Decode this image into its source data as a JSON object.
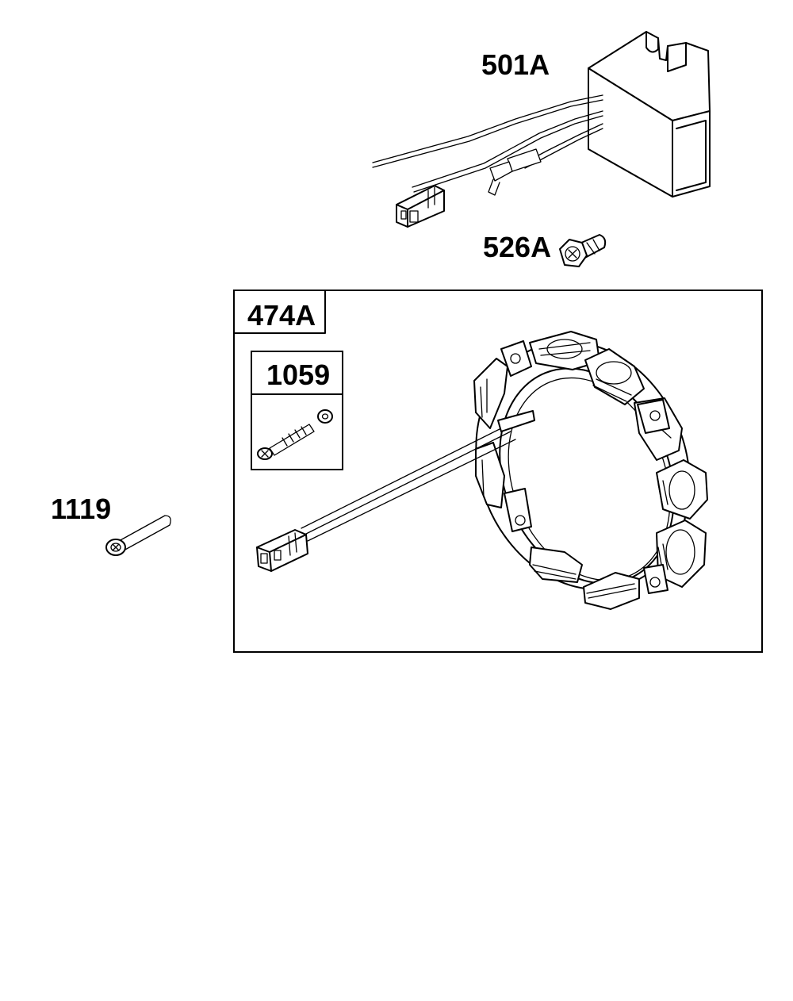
{
  "parts": {
    "regulator": {
      "label": "501A",
      "icon": "voltage-regulator-icon"
    },
    "regulator_screw": {
      "label": "526A",
      "icon": "hex-screw-icon"
    },
    "alternator": {
      "label": "474A",
      "icon": "alternator-stator-icon"
    },
    "stator_screw_kit": {
      "label": "1059",
      "icon": "screw-washer-icon"
    },
    "screw": {
      "label": "1119",
      "icon": "screw-icon"
    }
  },
  "colors": {
    "line": "#000000",
    "background": "#ffffff"
  }
}
